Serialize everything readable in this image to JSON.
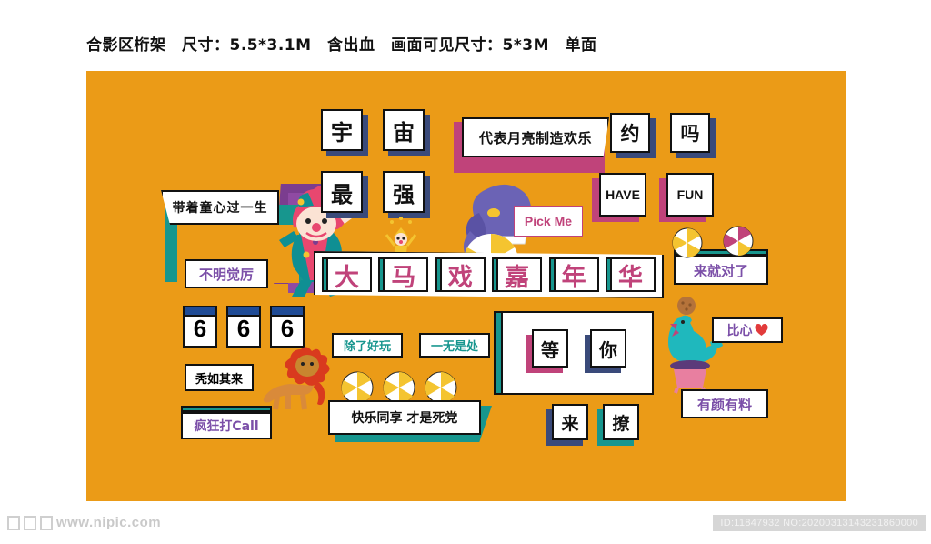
{
  "header": {
    "caption": "合影区桁架　尺寸：5.5*3.1M　含出血　画面可见尺寸：5*3M　单面"
  },
  "poster": {
    "background_color": "#eb9b17",
    "title": {
      "chars": [
        "大",
        "马",
        "戏",
        "嘉",
        "年",
        "华"
      ],
      "text_color": "#c0437a",
      "edge_color": "#17968e"
    },
    "slogans": {
      "tongxin": "带着童心过一生",
      "daibiao": "代表月亮制造欢乐",
      "yue": "约",
      "ma": "吗",
      "have": "HAVE",
      "fun": "FUN",
      "yu": "宇",
      "zhou": "宙",
      "zui": "最",
      "qiang": "强",
      "pickme": "Pick Me",
      "buming": "不明觉厉",
      "laijiu": "来就对了",
      "chule": "除了好玩",
      "yiwu": "一无是处",
      "bixin": "比心",
      "tuiru": "秃如其来",
      "fengkuang": "疯狂打Call",
      "kuaile": "快乐同享 才是死党",
      "youyan": "有颜有料",
      "deng": "等",
      "ni": "你",
      "lai": "来",
      "liao": "撩",
      "six": [
        "6",
        "6",
        "6"
      ]
    },
    "colors": {
      "orange": "#eb9b17",
      "pink": "#c0437a",
      "teal": "#17968e",
      "navy": "#3a4a7a",
      "purple": "#7b4fa8",
      "blue_cap": "#1f4b96",
      "heart": "#e23b3b"
    }
  },
  "watermark": {
    "site": "www.nipic.com",
    "id_text": "ID:11847932 NO:20200313143231860000"
  }
}
